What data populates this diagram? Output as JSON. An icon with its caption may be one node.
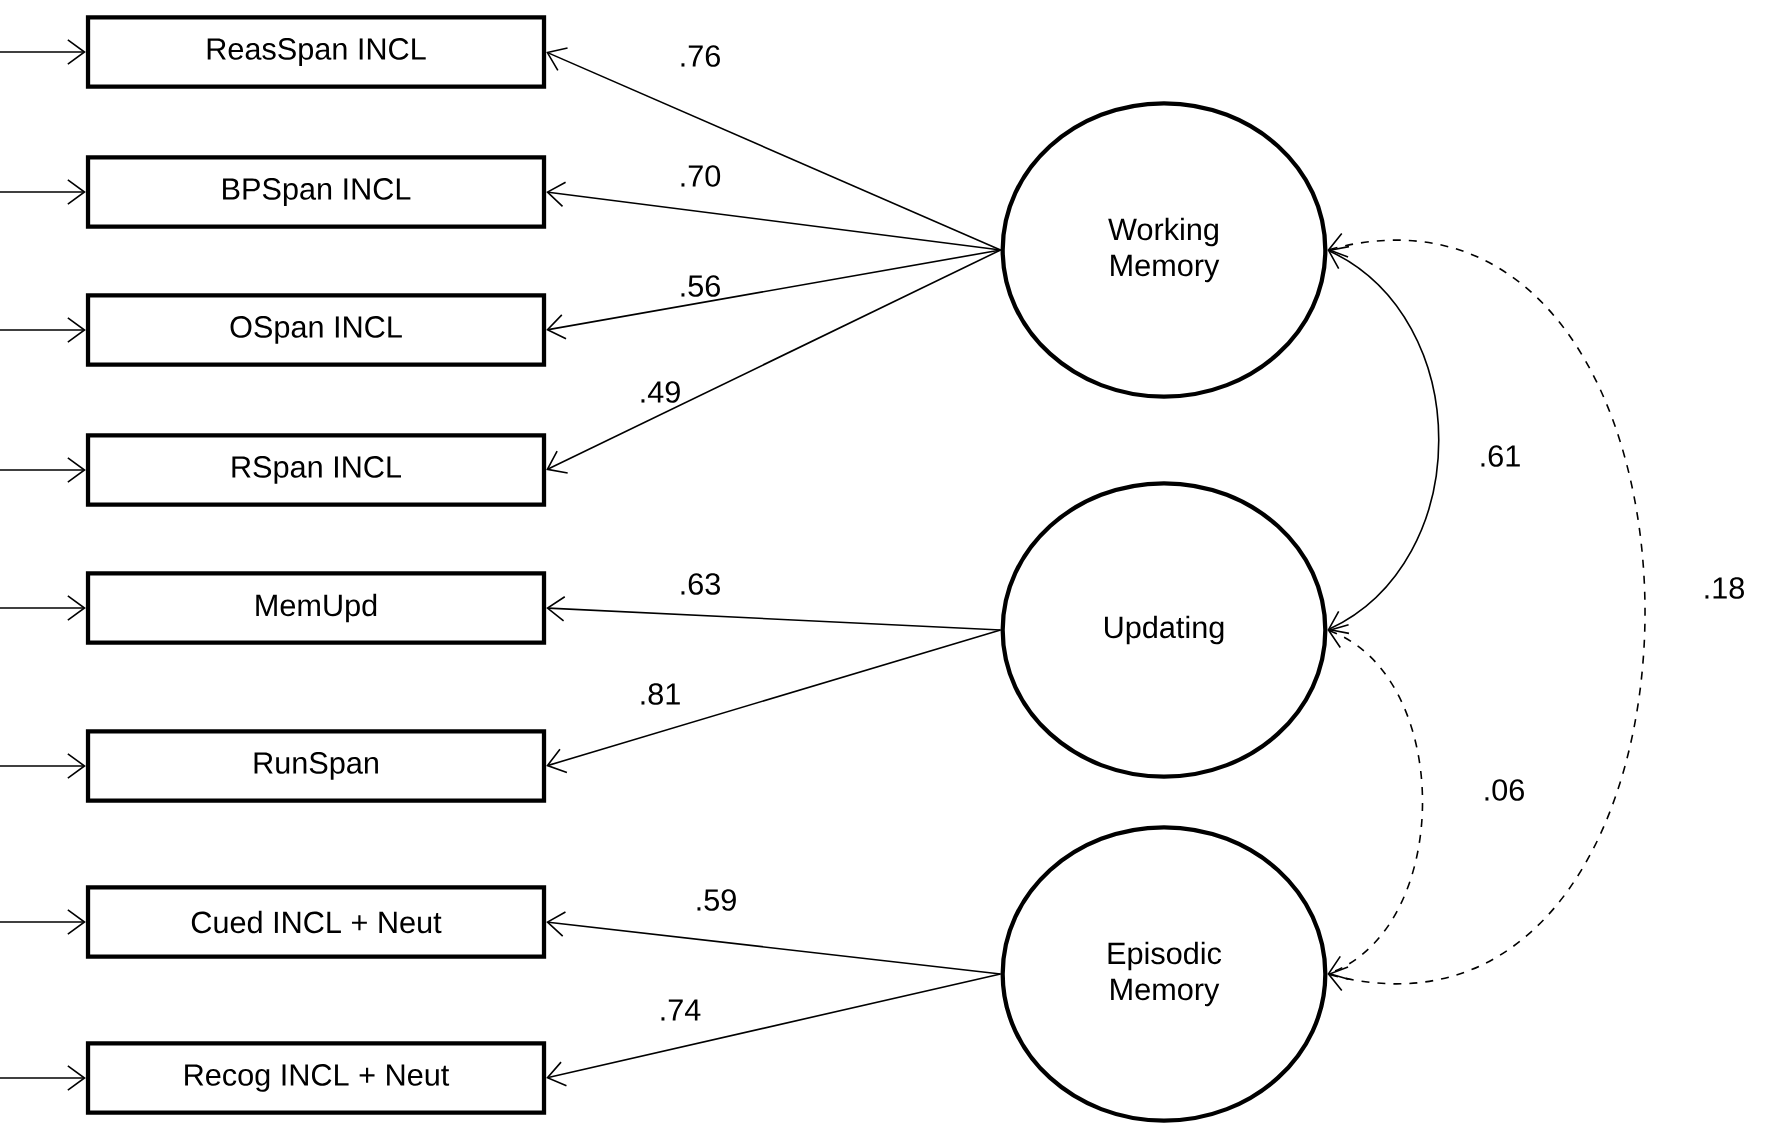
{
  "diagram": {
    "nodes": [
      {
        "text": [
          "ReasSpan INCL"
        ]
      },
      {
        "text": [
          "BPSpan INCL"
        ]
      },
      {
        "text": [
          "OSpan INCL"
        ]
      },
      {
        "text": [
          "RSpan INCL"
        ]
      },
      {
        "text": [
          "MemUpd"
        ]
      },
      {
        "text": [
          "RunSpan"
        ]
      },
      {
        "text": [
          "Cued INCL + Neut"
        ]
      },
      {
        "text": [
          "Recog INCL + Neut"
        ]
      },
      {
        "text": [
          "Working Memory"
        ]
      },
      {
        "text": [
          "Updating"
        ]
      },
      {
        "text": [
          "Episodic Memory"
        ]
      }
    ],
    "edges": [
      {
        "from": 8,
        "to": 0,
        "arrow": "to",
        "label": ".76"
      },
      {
        "from": 8,
        "to": 1,
        "arrow": "to",
        "label": ".70"
      },
      {
        "from": 8,
        "to": 2,
        "arrow": "to",
        "label": ".56"
      },
      {
        "from": 8,
        "to": 3,
        "arrow": "to",
        "label": ".49"
      },
      {
        "from": 9,
        "to": 4,
        "arrow": "to",
        "label": ".63"
      },
      {
        "from": 9,
        "to": 5,
        "arrow": "to",
        "label": ".81"
      },
      {
        "from": 10,
        "to": 6,
        "arrow": "to",
        "label": ".59"
      },
      {
        "from": 10,
        "to": 7,
        "arrow": "to",
        "label": ".74"
      },
      {
        "from": 8,
        "to": 9,
        "arrow": "both",
        "label": ".61"
      },
      {
        "from": 9,
        "to": 10,
        "arrow": "both",
        "label": ".06",
        "style": "dashed"
      },
      {
        "from": 8,
        "to": 10,
        "arrow": "both",
        "label": ".18",
        "style": "dashed"
      },
      {
        "from": null,
        "to": 0,
        "arrow": "to"
      },
      {
        "from": null,
        "to": 1,
        "arrow": "to"
      },
      {
        "from": null,
        "to": 2,
        "arrow": "to"
      },
      {
        "from": null,
        "to": 3,
        "arrow": "to"
      },
      {
        "from": null,
        "to": 4,
        "arrow": "to"
      },
      {
        "from": null,
        "to": 5,
        "arrow": "to"
      },
      {
        "from": null,
        "to": 6,
        "arrow": "to"
      },
      {
        "from": null,
        "to": 7,
        "arrow": "to"
      }
    ]
  }
}
